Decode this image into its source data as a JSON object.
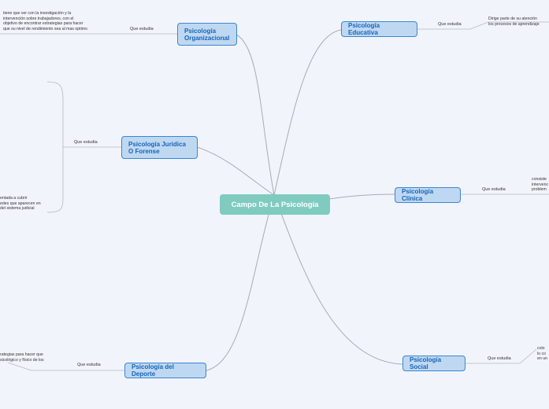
{
  "central": "Campo De La Psicología",
  "nodes": {
    "organizacional": "Psicología Organizacional",
    "juridica": "Psicología Jurídica O Forense",
    "deporte": "Psicología del Deporte",
    "educativa": "Psicología Educativa",
    "clinica": "Psicología Clínica",
    "social": "Psicología Social"
  },
  "link_label": "Que estudia",
  "descriptions": {
    "organizacional": "tiene que ver con la investigación y la\nintervención sobre trabajadores, con el\nobjetivo de encontrar estrategias para hacer\nque su nivel de rendimiento sea al mas optimo",
    "juridica": "entada a cubrir\nedes que aparecen en\ndel sistema judicial",
    "deporte": "rategias para hacer que\nsicológico y físico de los",
    "educativa": "Dirige parte de su atención\nlos procesos de aprendizaje",
    "clinica": "consiste\nintervenc\nproblem",
    "social": "colo\nlo co\nen un"
  }
}
